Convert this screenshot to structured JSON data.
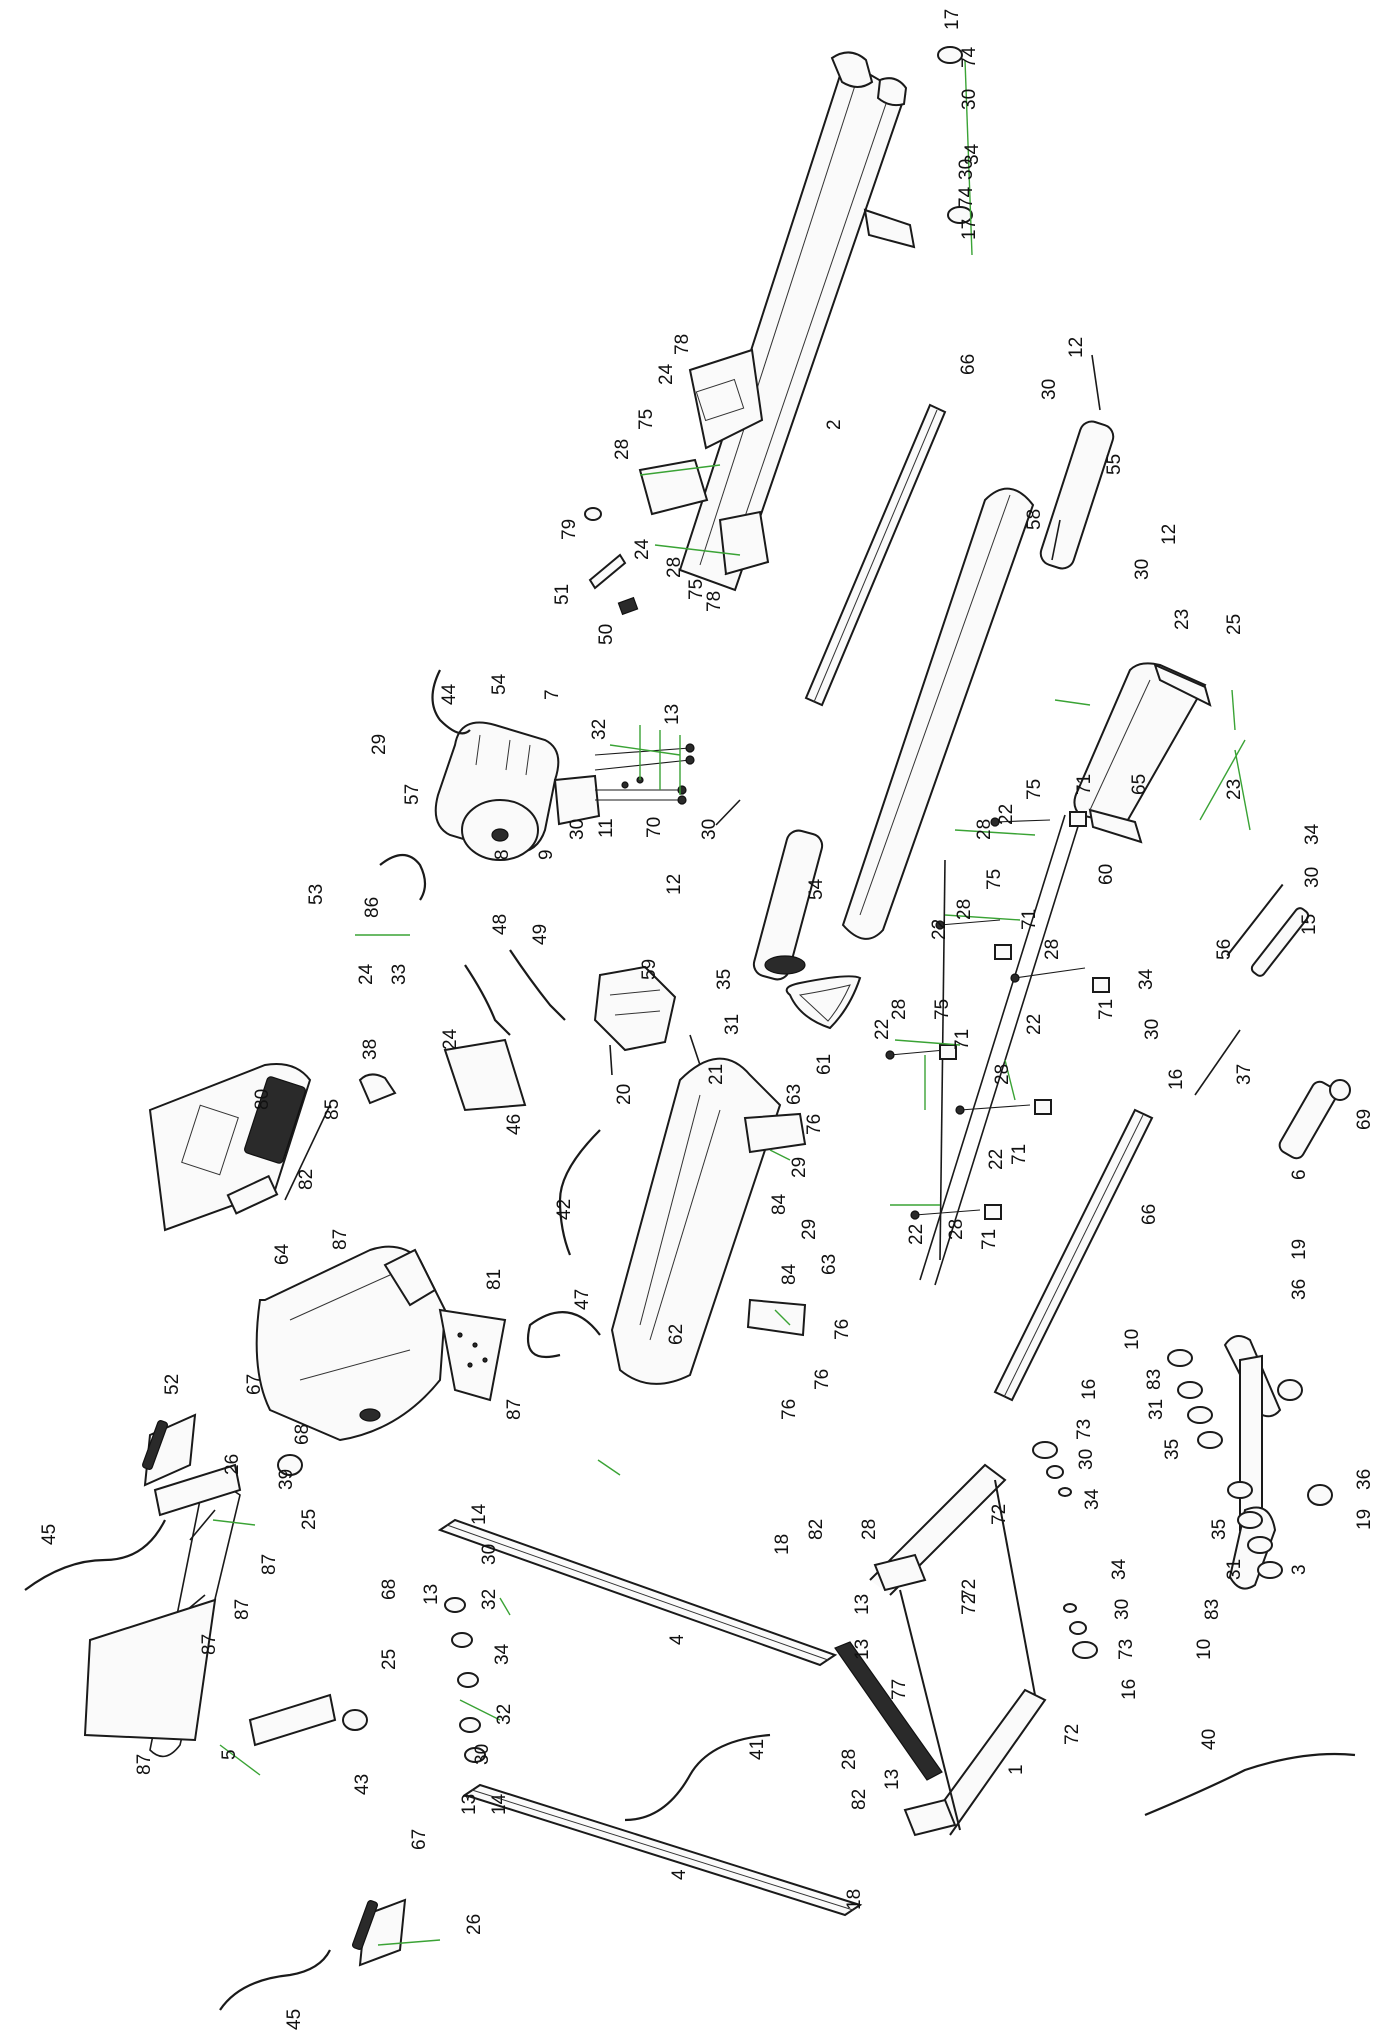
{
  "diagram": {
    "type": "exploded-parts-view",
    "part_numbers": [
      "1",
      "2",
      "3",
      "4",
      "5",
      "6",
      "7",
      "8",
      "9",
      "10",
      "11",
      "12",
      "13",
      "14",
      "15",
      "16",
      "17",
      "18",
      "19",
      "20",
      "21",
      "22",
      "23",
      "24",
      "25",
      "26",
      "28",
      "29",
      "30",
      "31",
      "32",
      "33",
      "34",
      "35",
      "36",
      "37",
      "38",
      "39",
      "40",
      "41",
      "42",
      "43",
      "44",
      "45",
      "46",
      "47",
      "48",
      "49",
      "50",
      "51",
      "52",
      "53",
      "54",
      "55",
      "56",
      "57",
      "58",
      "59",
      "60",
      "61",
      "62",
      "63",
      "64",
      "65",
      "66",
      "67",
      "68",
      "69",
      "70",
      "71",
      "72",
      "73",
      "74",
      "75",
      "76",
      "77",
      "78",
      "79",
      "80",
      "81",
      "82",
      "83",
      "84",
      "85",
      "86",
      "87"
    ]
  },
  "callouts": [
    {
      "n": "17"
    },
    {
      "n": "74"
    },
    {
      "n": "30"
    },
    {
      "n": "34"
    },
    {
      "n": "30"
    },
    {
      "n": "74"
    },
    {
      "n": "17"
    },
    {
      "n": "78"
    },
    {
      "n": "24"
    },
    {
      "n": "75"
    },
    {
      "n": "28"
    },
    {
      "n": "2"
    },
    {
      "n": "79"
    },
    {
      "n": "51"
    },
    {
      "n": "24"
    },
    {
      "n": "28"
    },
    {
      "n": "75"
    },
    {
      "n": "78"
    },
    {
      "n": "50"
    },
    {
      "n": "66"
    },
    {
      "n": "12"
    },
    {
      "n": "30"
    },
    {
      "n": "55"
    },
    {
      "n": "30"
    },
    {
      "n": "12"
    },
    {
      "n": "58"
    },
    {
      "n": "44"
    },
    {
      "n": "54"
    },
    {
      "n": "7"
    },
    {
      "n": "29"
    },
    {
      "n": "32"
    },
    {
      "n": "13"
    },
    {
      "n": "57"
    },
    {
      "n": "8"
    },
    {
      "n": "9"
    },
    {
      "n": "30"
    },
    {
      "n": "11"
    },
    {
      "n": "70"
    },
    {
      "n": "23"
    },
    {
      "n": "25"
    },
    {
      "n": "65"
    },
    {
      "n": "23"
    },
    {
      "n": "34"
    },
    {
      "n": "30"
    },
    {
      "n": "15"
    },
    {
      "n": "56"
    },
    {
      "n": "34"
    },
    {
      "n": "30"
    },
    {
      "n": "16"
    },
    {
      "n": "53"
    },
    {
      "n": "86"
    },
    {
      "n": "24"
    },
    {
      "n": "33"
    },
    {
      "n": "48"
    },
    {
      "n": "49"
    },
    {
      "n": "12"
    },
    {
      "n": "30"
    },
    {
      "n": "54"
    },
    {
      "n": "61"
    },
    {
      "n": "35"
    },
    {
      "n": "59"
    },
    {
      "n": "31"
    },
    {
      "n": "20"
    },
    {
      "n": "21"
    },
    {
      "n": "28"
    },
    {
      "n": "22"
    },
    {
      "n": "75"
    },
    {
      "n": "71"
    },
    {
      "n": "60"
    },
    {
      "n": "28"
    },
    {
      "n": "75"
    },
    {
      "n": "22"
    },
    {
      "n": "71"
    },
    {
      "n": "28"
    },
    {
      "n": "22"
    },
    {
      "n": "71"
    },
    {
      "n": "22"
    },
    {
      "n": "28"
    },
    {
      "n": "75"
    },
    {
      "n": "71"
    },
    {
      "n": "28"
    },
    {
      "n": "22"
    },
    {
      "n": "71"
    },
    {
      "n": "22"
    },
    {
      "n": "28"
    },
    {
      "n": "71"
    },
    {
      "n": "80"
    },
    {
      "n": "85"
    },
    {
      "n": "38"
    },
    {
      "n": "24"
    },
    {
      "n": "46"
    },
    {
      "n": "82"
    },
    {
      "n": "87"
    },
    {
      "n": "64"
    },
    {
      "n": "42"
    },
    {
      "n": "47"
    },
    {
      "n": "63"
    },
    {
      "n": "76"
    },
    {
      "n": "29"
    },
    {
      "n": "84"
    },
    {
      "n": "29"
    },
    {
      "n": "84"
    },
    {
      "n": "63"
    },
    {
      "n": "76"
    },
    {
      "n": "62"
    },
    {
      "n": "76"
    },
    {
      "n": "76"
    },
    {
      "n": "37"
    },
    {
      "n": "69"
    },
    {
      "n": "6"
    },
    {
      "n": "66"
    },
    {
      "n": "19"
    },
    {
      "n": "36"
    },
    {
      "n": "10"
    },
    {
      "n": "83"
    },
    {
      "n": "31"
    },
    {
      "n": "35"
    },
    {
      "n": "36"
    },
    {
      "n": "35"
    },
    {
      "n": "19"
    },
    {
      "n": "31"
    },
    {
      "n": "83"
    },
    {
      "n": "10"
    },
    {
      "n": "3"
    },
    {
      "n": "81"
    },
    {
      "n": "87"
    },
    {
      "n": "39"
    },
    {
      "n": "16"
    },
    {
      "n": "73"
    },
    {
      "n": "30"
    },
    {
      "n": "34"
    },
    {
      "n": "72"
    },
    {
      "n": "34"
    },
    {
      "n": "30"
    },
    {
      "n": "73"
    },
    {
      "n": "16"
    },
    {
      "n": "72"
    },
    {
      "n": "40"
    },
    {
      "n": "72"
    },
    {
      "n": "1"
    },
    {
      "n": "14"
    },
    {
      "n": "18"
    },
    {
      "n": "82"
    },
    {
      "n": "28"
    },
    {
      "n": "13"
    },
    {
      "n": "32"
    },
    {
      "n": "30"
    },
    {
      "n": "4"
    },
    {
      "n": "13"
    },
    {
      "n": "34"
    },
    {
      "n": "13"
    },
    {
      "n": "72"
    },
    {
      "n": "77"
    },
    {
      "n": "41"
    },
    {
      "n": "30"
    },
    {
      "n": "32"
    },
    {
      "n": "13"
    },
    {
      "n": "14"
    },
    {
      "n": "82"
    },
    {
      "n": "28"
    },
    {
      "n": "13"
    },
    {
      "n": "4"
    },
    {
      "n": "18"
    },
    {
      "n": "52"
    },
    {
      "n": "67"
    },
    {
      "n": "68"
    },
    {
      "n": "45"
    },
    {
      "n": "26"
    },
    {
      "n": "25"
    },
    {
      "n": "87"
    },
    {
      "n": "87"
    },
    {
      "n": "68"
    },
    {
      "n": "87"
    },
    {
      "n": "25"
    },
    {
      "n": "5"
    },
    {
      "n": "87"
    },
    {
      "n": "43"
    },
    {
      "n": "67"
    },
    {
      "n": "26"
    },
    {
      "n": "45"
    }
  ]
}
